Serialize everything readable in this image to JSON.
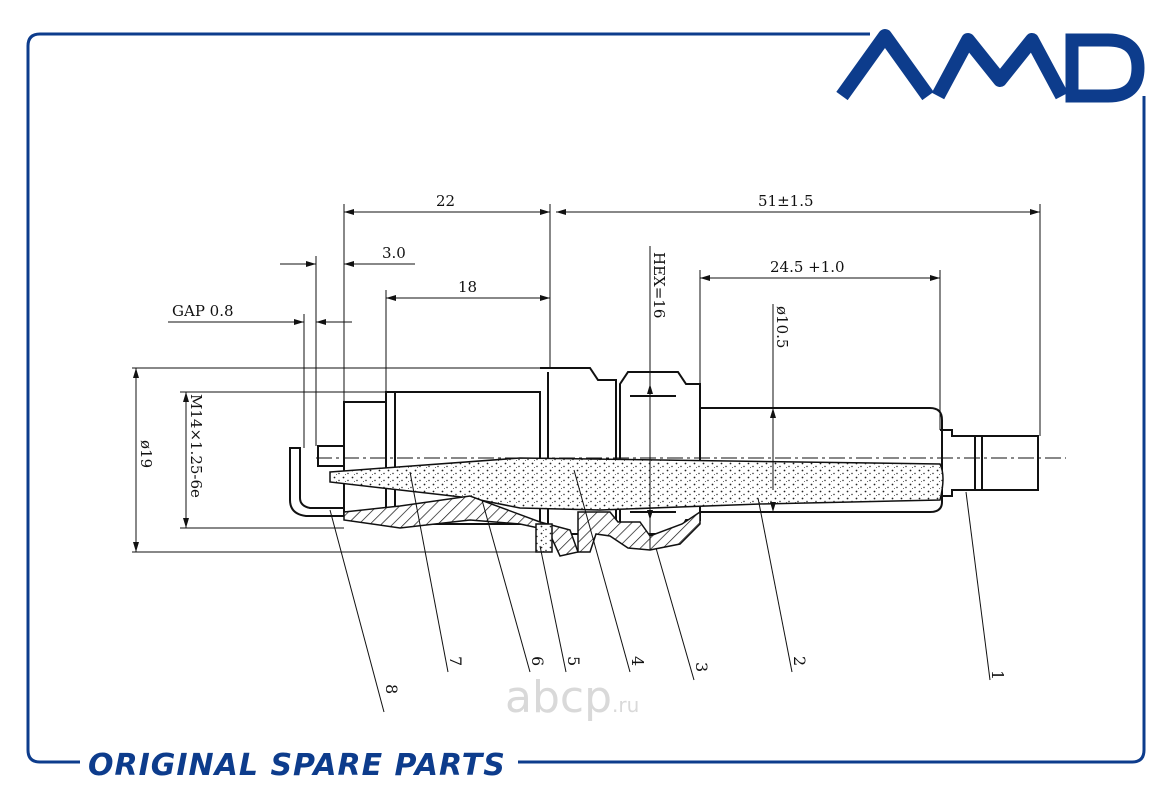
{
  "brand": {
    "logo_text": "AMD",
    "accent_color": "#0d3c8c"
  },
  "footer": {
    "tagline": "ORIGINAL SPARE PARTS"
  },
  "watermark": {
    "text": "abcp",
    "suffix": ".ru"
  },
  "dimensions": {
    "length_22": "22",
    "length_51": "51±1.5",
    "length_3": "3.0",
    "length_18": "18",
    "gap": "GAP 0.8",
    "hex": "HEX=16",
    "length_24": "24.5 +1.0",
    "dia_10": "ø10.5",
    "dia_19": "ø19",
    "thread": "M14×1.25-6e"
  },
  "callouts": [
    "1",
    "2",
    "3",
    "4",
    "5",
    "6",
    "7",
    "8"
  ]
}
